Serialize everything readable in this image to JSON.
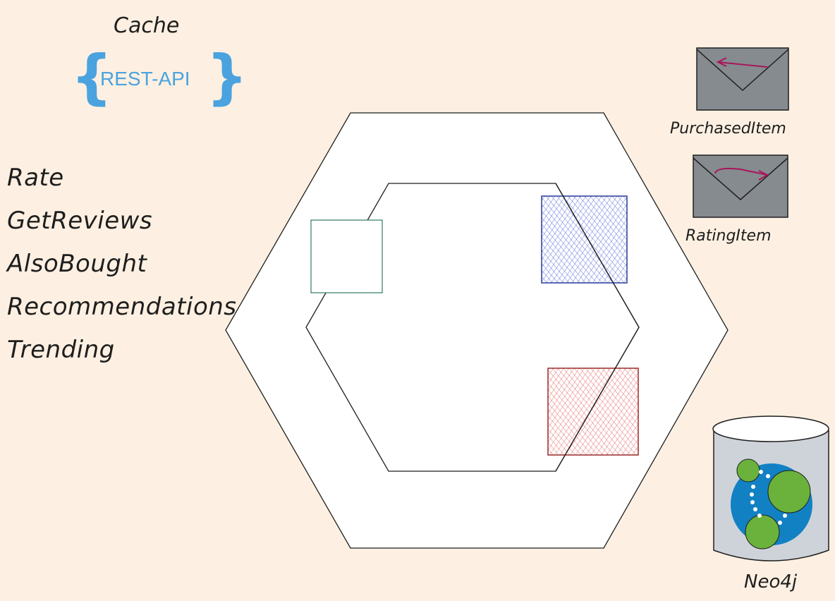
{
  "cache": {
    "label": "Cache"
  },
  "rest_api": {
    "label": "REST-API",
    "color": "#4aa3df"
  },
  "operations": [
    "Rate",
    "GetReviews",
    "AlsoBought",
    "Recommendations",
    "Trending"
  ],
  "messages": [
    {
      "label": "PurchasedItem",
      "arrow": "left"
    },
    {
      "label": "RatingItem",
      "arrow": "right"
    }
  ],
  "database": {
    "label": "Neo4j"
  },
  "colors": {
    "background": "#fdf0e2",
    "envelope": "#868b90",
    "arrow": "#a8175a",
    "adapter_blue": "#3a4fd0",
    "adapter_red": "#e24a4a",
    "port_green": "#2f7a64",
    "db_body": "#ced3d9",
    "neo4j_blue": "#1281c4",
    "neo4j_green": "#6ab23c"
  },
  "icons": [
    "envelope-icon",
    "database-icon",
    "neo4j-logo-icon",
    "brace-icon"
  ]
}
